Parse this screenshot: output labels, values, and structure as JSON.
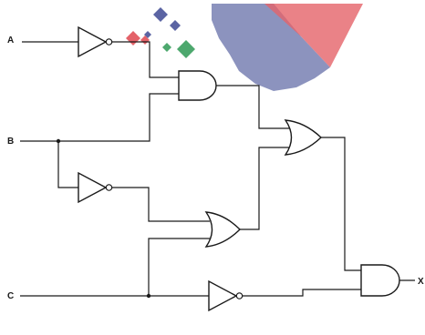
{
  "inputs": {
    "a": "A",
    "b": "B",
    "c": "C"
  },
  "output": {
    "x": "X"
  },
  "colors": {
    "wire": "#1a1a1a",
    "watermark_navy": "#3f4a93",
    "watermark_red": "#e0474f",
    "watermark_green": "#2f9a55"
  }
}
